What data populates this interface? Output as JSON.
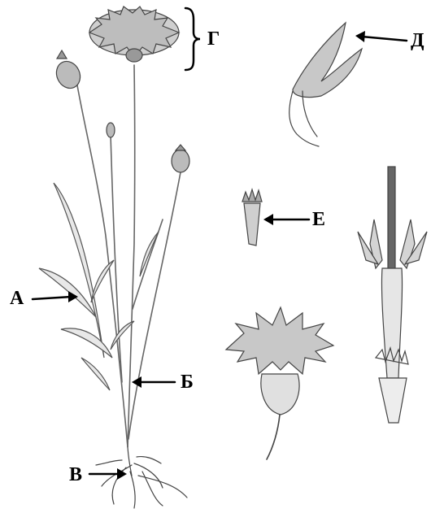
{
  "labels": {
    "a": "А",
    "b": "Б",
    "v": "В",
    "g": "Г",
    "d": "Д",
    "e": "Е"
  }
}
